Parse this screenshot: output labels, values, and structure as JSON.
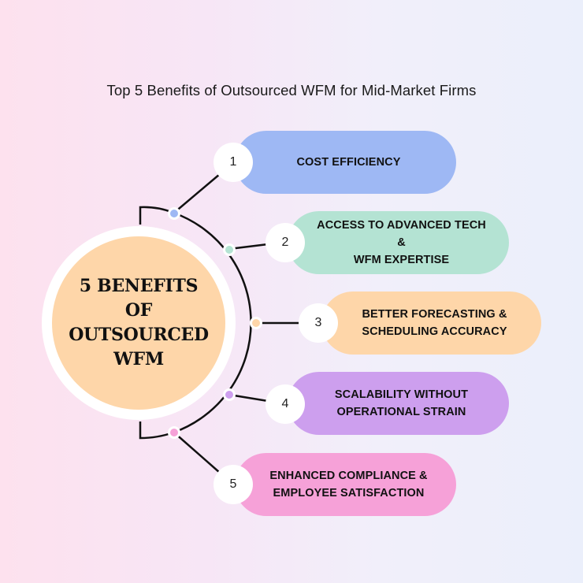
{
  "title": "Top 5 Benefits of Outsourced WFM for Mid-Market Firms",
  "hub": {
    "label": "5 BENEFITS\nOF\nOUTSOURCED\nWFM",
    "color": "#fed6a9"
  },
  "benefits": [
    {
      "number": "1",
      "label": "COST EFFICIENCY",
      "color": "#9eb8f4"
    },
    {
      "number": "2",
      "label": "ACCESS TO ADVANCED TECH &\nWFM EXPERTISE",
      "color": "#b4e3d3"
    },
    {
      "number": "3",
      "label": "BETTER FORECASTING &\nSCHEDULING ACCURACY",
      "color": "#fed6a9"
    },
    {
      "number": "4",
      "label": "SCALABILITY WITHOUT\nOPERATIONAL STRAIN",
      "color": "#cd9fee"
    },
    {
      "number": "5",
      "label": "ENHANCED COMPLIANCE &\nEMPLOYEE SATISFACTION",
      "color": "#f6a1d8"
    }
  ]
}
